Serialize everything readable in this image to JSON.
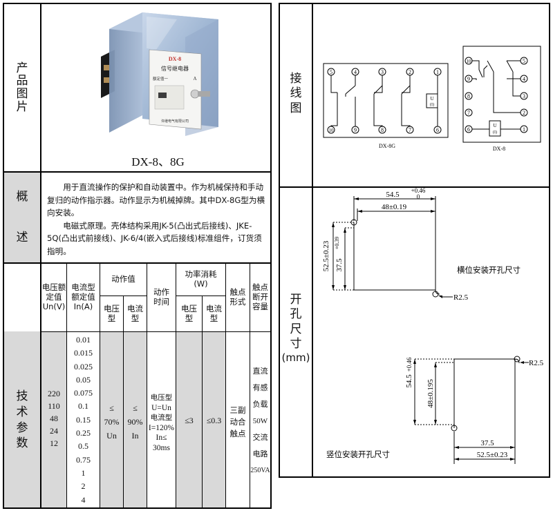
{
  "product_image_label": [
    "产",
    "品",
    "图",
    "片"
  ],
  "product_caption": "DX-8、8G",
  "photo": {
    "title": "DX-8",
    "subtitle": "信号继电器",
    "rated_label": "额定值一",
    "unit": "A",
    "maker": "许继电气有限公司"
  },
  "overview_label": [
    "概",
    "述"
  ],
  "overview_text": [
    "用于直流操作的保护和自动装置中。作为机械保持和手动复归的动作指示器。动作显示为机械掉牌。其中DX-8G型为横向安装。",
    "电磁式原理。壳体结构采用JK-5(凸出式后接线)、JKE-5Q(凸出式前接线)、JK-6/4(嵌入式后接线)标准组件，订货须指明。"
  ],
  "tech_label": [
    "技",
    "术",
    "参",
    "数"
  ],
  "table": {
    "rated_voltage_header": "电压额定值Un(V)",
    "rated_current_header": "电流型额定值In(A)",
    "action_value_header": "动作值",
    "action_voltage_type": "电压型",
    "action_current_type": "电流型",
    "action_time_header": "动作时间",
    "power_header": "功率消耗",
    "power_unit": "(W)",
    "power_voltage_type": "电压型",
    "power_current_type": "电流型",
    "contact_form_header": "触点形式",
    "contact_capacity_header": "触点断开容量",
    "voltages": [
      "220",
      "110",
      "48",
      "24",
      "12"
    ],
    "currents": [
      "0.01",
      "0.015",
      "0.025",
      "0.05",
      "0.075",
      "0.1",
      "0.15",
      "0.25",
      "0.5",
      "0.75",
      "1",
      "2",
      "4"
    ],
    "action_voltage": [
      "≤",
      "70%",
      "Un"
    ],
    "action_current": [
      "≤",
      "90%",
      "In"
    ],
    "action_time": [
      "电压型",
      "U=Un",
      "电流型",
      "I=120%",
      "In≤",
      "30ms"
    ],
    "power_voltage": "≤3",
    "power_current": "≤0.3",
    "contact_form": [
      "三副",
      "动合",
      "触点"
    ],
    "contact_capacity": [
      "直流",
      "有感",
      "负载",
      "50W",
      "交流",
      "电路",
      "250VA"
    ]
  },
  "wiring_label": [
    "接",
    "线",
    "图"
  ],
  "wiring": {
    "dx8g_caption": "DX-8G",
    "dx8_caption": "DX-8",
    "coil_top": "U",
    "coil_bottom": "(I)",
    "dx8g_top_terminals": [
      "5",
      "4",
      "3",
      "2",
      "1"
    ],
    "dx8g_bottom_terminals": [
      "10",
      "9",
      "8",
      "7",
      "6"
    ],
    "dx8_left_terminals": [
      "10",
      "9",
      "8",
      "7",
      "6"
    ],
    "dx8_right_terminals": [
      "5",
      "4",
      "3",
      "2",
      "1"
    ]
  },
  "cutout_label": [
    "开",
    "孔",
    "尺",
    "寸",
    "(mm)"
  ],
  "cutout": {
    "horizontal_caption": "横位安装开孔尺寸",
    "vertical_caption": "竖位安装开孔尺寸",
    "dim_54_5": "54.5",
    "tol_plus": "+0.46",
    "tol_zero": "0",
    "dim_48": "48±0.19",
    "dim_52_5": "52.5±0.23",
    "dim_37_5": "37.5",
    "tol_039": "+0.39",
    "dim_54_5_v": "54.5",
    "dim_48_v": "48±0.195",
    "dim_37_5_v": "37.5",
    "dim_52_5_v": "52.5±0.23",
    "radius": "R2.5"
  }
}
